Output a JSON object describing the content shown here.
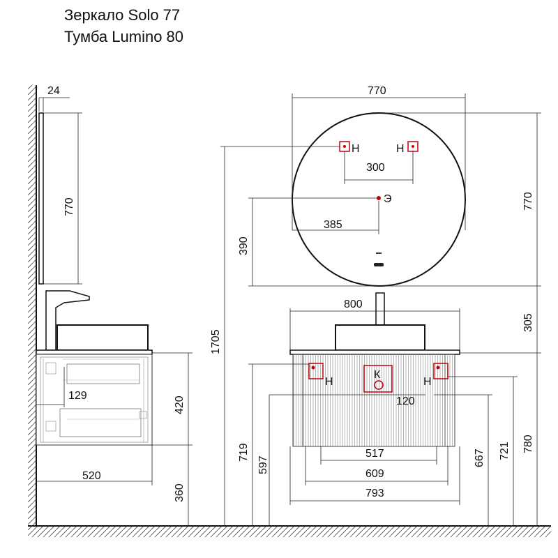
{
  "title": {
    "line1": "Зеркало Solo 77",
    "line2": "Тумба Lumino 80"
  },
  "dimensions": {
    "mirror_thickness": "24",
    "mirror_height_side": "770",
    "cabinet_height": "420",
    "cabinet_depth_offset": "129",
    "cabinet_depth": "520",
    "cabinet_floor_height": "360",
    "mirror_width": "770",
    "hook_spacing": "300",
    "socket_offset_x": "385",
    "mirror_height": "770",
    "socket_height": "390",
    "mirror_top_height": "1705",
    "top_width": "800",
    "gap_mirror_top": "305",
    "drain_offset": "120",
    "hole_517": "517",
    "hole_609": "609",
    "body_width": "793",
    "height_719": "719",
    "height_597": "597",
    "height_667": "667",
    "height_721": "721",
    "height_780": "780"
  },
  "marks": {
    "hook": "Н",
    "socket": "Э",
    "sewer": "К"
  },
  "colors": {
    "line": "#111111",
    "mark": "#c0000a"
  }
}
